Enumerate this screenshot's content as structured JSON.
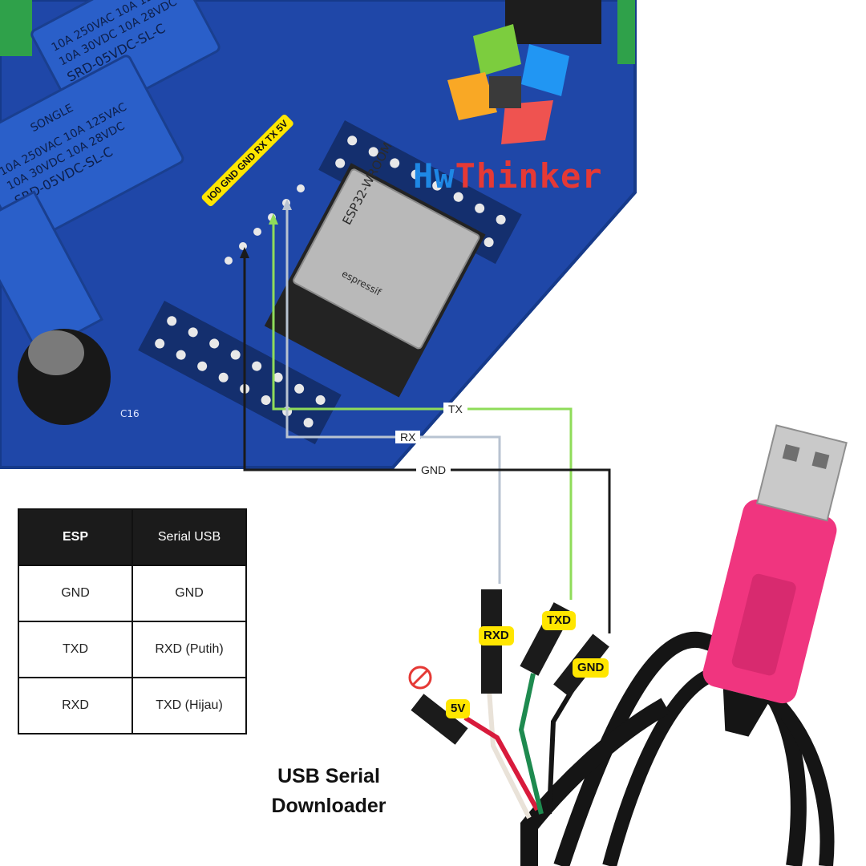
{
  "brand": {
    "part1": "Hw",
    "part2": "Thinker"
  },
  "board": {
    "header_label": "IO0 GND GND RX TX 5V",
    "module_text": "ESP32-WROOM",
    "module_maker": "espressif",
    "relay_lines_1": [
      "10A 250VAC  10A 125VAC",
      "10A 30VDC   10A 28VDC",
      "SRD-05VDC-SL-C"
    ],
    "relay_lines_2": [
      "SONGLE",
      "10A 250VAC  10A 125VAC",
      "10A 30VDC   10A 28VDC",
      "SRD-05VDC-SL-C"
    ],
    "capacitor_label": "C16"
  },
  "wires": {
    "tx": {
      "label": "TX",
      "color": "#8fdc5a"
    },
    "rx": {
      "label": "RX",
      "color": "#b8c3d1"
    },
    "gnd": {
      "label": "GND",
      "color": "#1a1a1a"
    }
  },
  "pins": {
    "rxd": "RXD",
    "txd": "TXD",
    "gnd": "GND",
    "v5": "5V"
  },
  "table": {
    "headers": [
      "ESP",
      "Serial USB"
    ],
    "rows": [
      [
        "GND",
        "GND"
      ],
      [
        "TXD",
        "RXD (Putih)"
      ],
      [
        "RXD",
        "TXD (Hijau)"
      ]
    ]
  },
  "caption": {
    "line1": "USB Serial",
    "line2": "Downloader"
  },
  "colors": {
    "board_blue": "#1f47a8",
    "usb_pink": "#f0357f",
    "label_yellow": "#ffe600",
    "no_symbol_red": "#e53935"
  },
  "icons": {
    "no_connect": "prohibited-icon",
    "logo": "hwthinker-logo"
  }
}
